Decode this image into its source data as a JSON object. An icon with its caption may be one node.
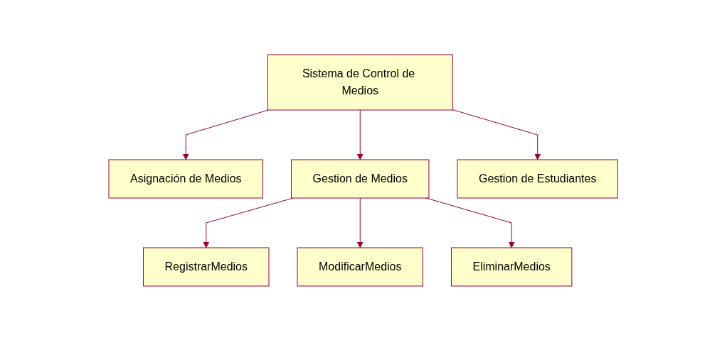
{
  "diagram": {
    "nodes": [
      {
        "text": [
          "Sistema de Control de Medios"
        ]
      },
      {
        "text": [
          "Asignación de Medios"
        ]
      },
      {
        "text": [
          "Gestion de Medios"
        ]
      },
      {
        "text": [
          "Gestion de Estudiantes"
        ]
      },
      {
        "text": [
          "RegistrarMedios"
        ]
      },
      {
        "text": [
          "ModificarMedios"
        ]
      },
      {
        "text": [
          "EliminarMedios"
        ]
      }
    ],
    "edges": [
      {
        "from": 0,
        "to": 1,
        "arrow": "to"
      },
      {
        "from": 0,
        "to": 2,
        "arrow": "to"
      },
      {
        "from": 0,
        "to": 3,
        "arrow": "to"
      },
      {
        "from": 2,
        "to": 4,
        "arrow": "to"
      },
      {
        "from": 2,
        "to": 5,
        "arrow": "to"
      },
      {
        "from": 2,
        "to": 6,
        "arrow": "to"
      }
    ]
  }
}
